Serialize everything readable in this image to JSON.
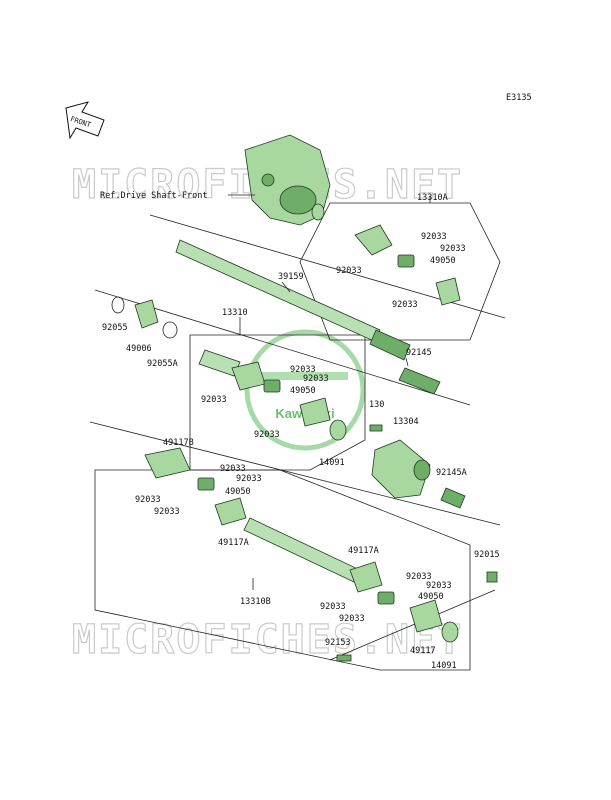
{
  "diagram_code": "E3135",
  "front_label": "FRONT",
  "watermark_text": "MICROFICHES.NET",
  "logo": {
    "brand": "Kawasaki",
    "color": "#5bb55b"
  },
  "colors": {
    "part_fill": "#a8d8a0",
    "part_dark": "#6fae68",
    "line": "#222222"
  },
  "labels": {
    "ref_drive_shaft_front": "Ref.Drive Shaft-Front",
    "p13310A": "13310A",
    "p92033_a1": "92033",
    "p92033_a2": "92033",
    "p92033_a3": "92033",
    "p49050_a": "49050",
    "p92033_a4": "92033",
    "p39159": "39159",
    "p92055": "92055",
    "p49006": "49006",
    "p92055A": "92055A",
    "p13310": "13310",
    "p92145": "92145",
    "p92033_b1": "92033",
    "p92033_b2": "92033",
    "p49050_b": "49050",
    "p92033_b3": "92033",
    "p92033_b4": "92033",
    "p130": "130",
    "p13304": "13304",
    "p14091_a": "14091",
    "p49117B": "49117B",
    "p92033_c1": "92033",
    "p92033_c2": "92033",
    "p49050_c": "49050",
    "p92033_c3": "92033",
    "p92033_c4": "92033",
    "p92145A": "92145A",
    "p49117A_a": "49117A",
    "p49117A_b": "49117A",
    "p92015": "92015",
    "p92033_d1": "92033",
    "p92033_d2": "92033",
    "p49050_d": "49050",
    "p13310B": "13310B",
    "p92033_d3": "92033",
    "p92033_d4": "92033",
    "p92153": "92153",
    "p49117": "49117",
    "p14091_b": "14091"
  }
}
